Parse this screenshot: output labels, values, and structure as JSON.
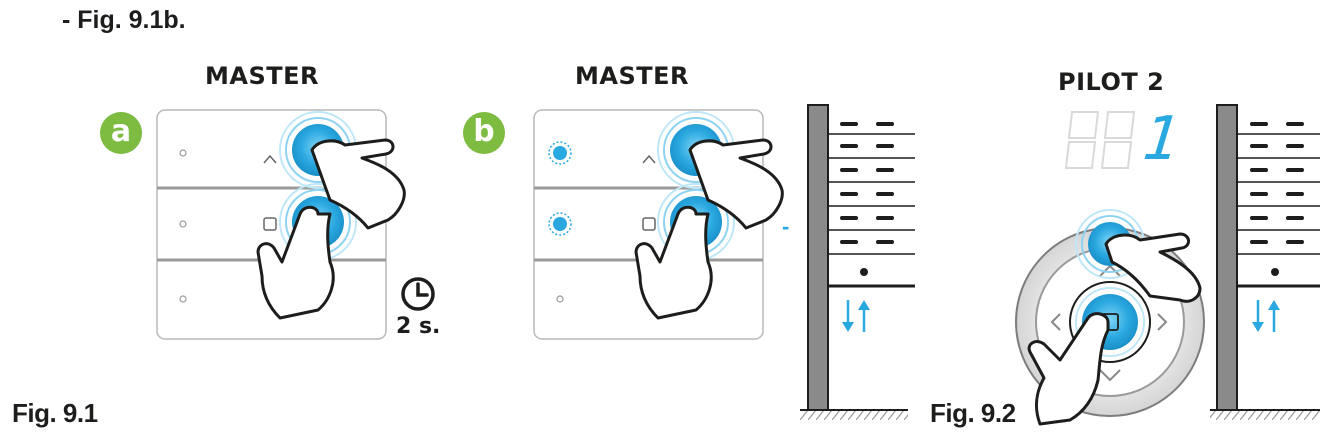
{
  "caption": "- Fig. 9.1b.",
  "panel_a": {
    "title": "MASTER",
    "badge": "a",
    "timer_label": "2 s."
  },
  "panel_b": {
    "title": "MASTER",
    "badge": "b",
    "side_mark": "-"
  },
  "panel_pilot": {
    "title": "PILOT 2",
    "display_value": "1"
  },
  "fig_labels": {
    "left": "Fig. 9.1",
    "right": "Fig. 9.2"
  },
  "colors": {
    "accent_blue": "#2aa8e0",
    "badge_green": "#7dbb41",
    "frame_grey": "#8a8a8a"
  },
  "icons": [
    "touch-hand-icon",
    "clock-icon",
    "up-arrow-icon",
    "down-arrow-icon",
    "stop-square-icon"
  ]
}
